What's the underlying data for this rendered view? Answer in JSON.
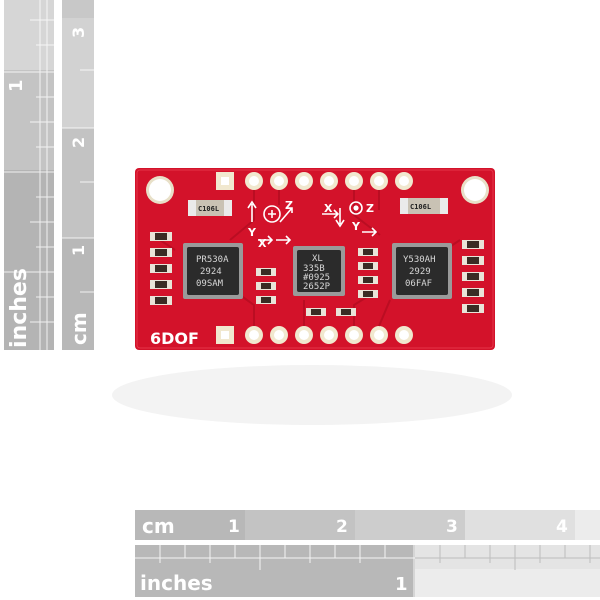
{
  "colors": {
    "board": "#d3122a",
    "ruler_dark": "#bcbcbc",
    "ruler_light": "#dcdcdc",
    "chip": "#2b2b2b"
  },
  "vertical_ruler": {
    "inches_label": "inches",
    "inches_marks": [
      "1"
    ],
    "cm_label": "cm",
    "cm_marks": [
      "1",
      "2",
      "3"
    ]
  },
  "horizontal_ruler": {
    "cm_label": "cm",
    "cm_marks": [
      "1",
      "2",
      "3",
      "4"
    ],
    "inches_label": "inches",
    "inches_marks": [
      "1"
    ]
  },
  "board": {
    "name": "6DOF",
    "chips": [
      {
        "lines": [
          "PR530A",
          "2924",
          "09SAM"
        ]
      },
      {
        "lines": [
          "XL",
          "335B",
          "#0925",
          "2652P"
        ]
      },
      {
        "lines": [
          "Y530AH",
          "2929",
          "06FAF"
        ]
      }
    ],
    "caps": [
      "C106L",
      "C106L"
    ],
    "axis_labels": [
      "Z",
      "X",
      "Y",
      "X",
      "Z",
      "Y"
    ]
  }
}
